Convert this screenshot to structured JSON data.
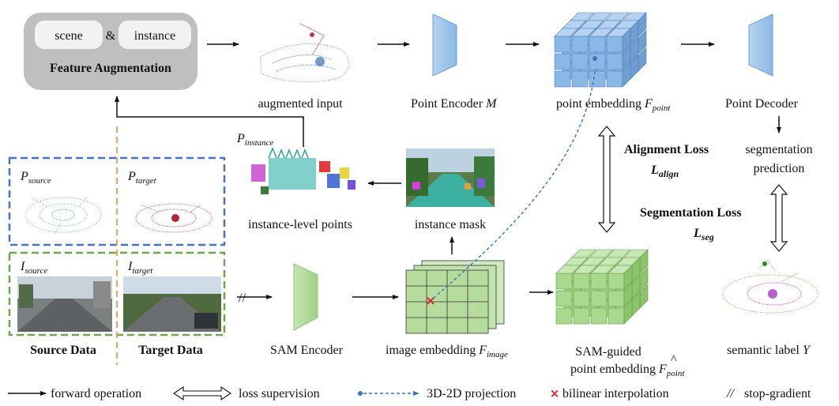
{
  "feature_augmentation": {
    "chip_scene": "scene",
    "ampersand": "&",
    "chip_instance": "instance",
    "title": "Feature Augmentation"
  },
  "augmented_input": {
    "label": "augmented input"
  },
  "point_encoder": {
    "label": "Point Encoder",
    "symbol": "M"
  },
  "point_embedding": {
    "label": "point embedding",
    "symbol": "F",
    "subscript": "point"
  },
  "point_decoder": {
    "label": "Point Decoder"
  },
  "segmentation_prediction": {
    "line1": "segmentation",
    "line2": "prediction"
  },
  "alignment_loss": {
    "title": "Alignment Loss",
    "symbol": "L",
    "subscript": "align"
  },
  "segmentation_loss": {
    "title": "Segmentation Loss",
    "symbol": "L",
    "subscript": "seg"
  },
  "p_instance": {
    "symbol": "P",
    "subscript": "instance"
  },
  "instance_level_points": {
    "label": "instance-level points"
  },
  "instance_mask": {
    "label": "instance mask"
  },
  "p_source": {
    "symbol": "P",
    "subscript": "source"
  },
  "p_target": {
    "symbol": "P",
    "subscript": "target"
  },
  "i_source": {
    "symbol": "I",
    "subscript": "source"
  },
  "i_target": {
    "symbol": "I",
    "subscript": "target"
  },
  "source_data": {
    "label": "Source Data"
  },
  "target_data": {
    "label": "Target Data"
  },
  "sam_encoder": {
    "label": "SAM Encoder"
  },
  "stop_gradient_mark": "//",
  "image_embedding": {
    "label": "image embedding",
    "symbol": "F",
    "subscript": "image"
  },
  "sam_guided": {
    "line1": "SAM-guided",
    "line2": "point embedding",
    "symbol": "F",
    "hat": "^",
    "subscript": "point"
  },
  "semantic_label": {
    "label": "semantic label",
    "symbol": "Y"
  },
  "legend": {
    "forward": "forward operation",
    "loss": "loss supervision",
    "projection": "3D-2D projection",
    "bilinear": "bilinear interpolation",
    "stop_gradient": "stop-gradient",
    "stop_gradient_symbol": "//",
    "bilinear_symbol": "×"
  },
  "colors": {
    "blue_box": "#4a72c4",
    "green_box": "#6aa84f",
    "orange_line": "#f0a060",
    "cube_blue": "#8ab8e6",
    "cube_green": "#a9d88f",
    "encoder_blue": "#9dc3e6",
    "encoder_green": "#a9d18e",
    "augment_bg": "#bfbfbf",
    "projection_line": "#3a74c0",
    "cross_red": "#e02020"
  }
}
